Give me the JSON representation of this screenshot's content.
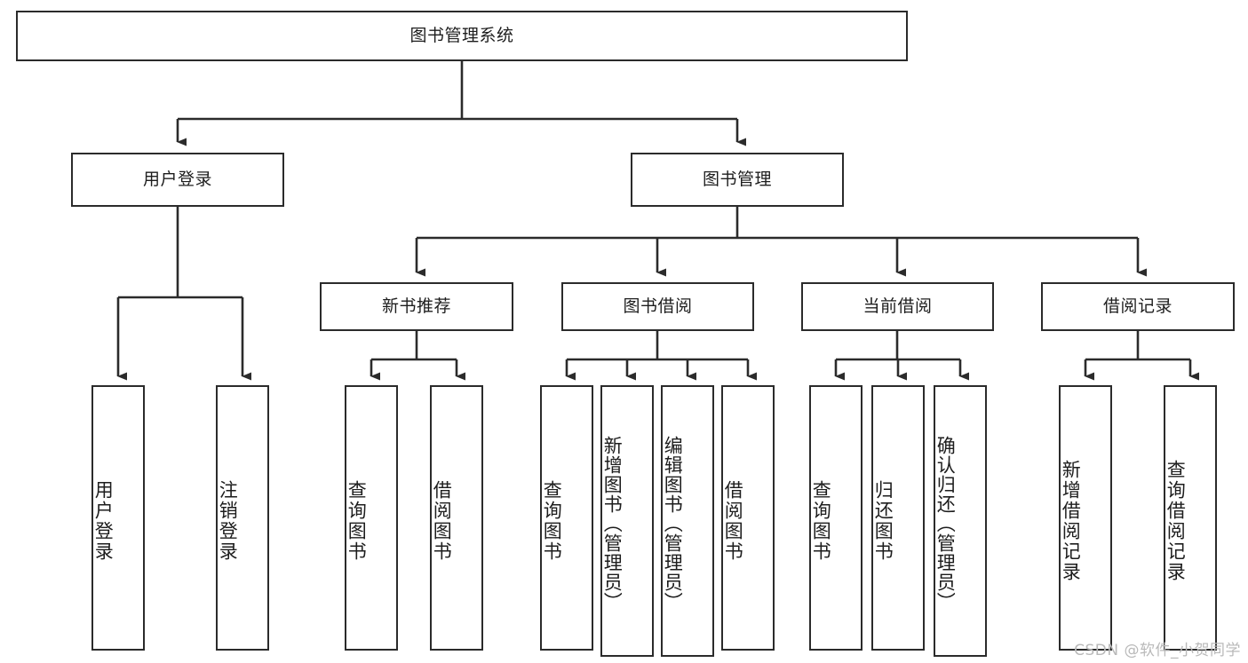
{
  "diagram": {
    "title": "图书管理系统",
    "type": "tree",
    "orientation": "top-down",
    "colors": {
      "box_border": "#2b2b2b",
      "box_fill": "#ffffff",
      "edge": "#2b2b2b",
      "text": "#1d1d1d",
      "watermark": "#b9b9b9",
      "background": "#ffffff"
    },
    "nodes": {
      "root": {
        "label": "图书管理系统"
      },
      "level2": [
        {
          "id": "user-login",
          "label": "用户登录"
        },
        {
          "id": "book-management",
          "label": "图书管理"
        }
      ],
      "level3": [
        {
          "id": "new-book-recommend",
          "label": "新书推荐"
        },
        {
          "id": "book-borrow",
          "label": "图书借阅"
        },
        {
          "id": "current-borrow",
          "label": "当前借阅"
        },
        {
          "id": "borrow-record",
          "label": "借阅记录"
        }
      ],
      "leaves": {
        "user-login": [
          {
            "id": "leaf-user-login",
            "label": "用户登录"
          },
          {
            "id": "leaf-logout-login",
            "label": "注销登录"
          }
        ],
        "new-book-recommend": [
          {
            "id": "leaf-query-book-1",
            "label": "查询图书"
          },
          {
            "id": "leaf-borrow-book-1",
            "label": "借阅图书"
          }
        ],
        "book-borrow": [
          {
            "id": "leaf-query-book-2",
            "label": "查询图书"
          },
          {
            "id": "leaf-add-book",
            "label": "新增图书（管理员）"
          },
          {
            "id": "leaf-edit-book",
            "label": "编辑图书（管理员）"
          },
          {
            "id": "leaf-borrow-book-2",
            "label": "借阅图书"
          }
        ],
        "current-borrow": [
          {
            "id": "leaf-query-book-3",
            "label": "查询图书"
          },
          {
            "id": "leaf-return-book",
            "label": "归还图书"
          },
          {
            "id": "leaf-confirm-return",
            "label": "确认归还（管理员）"
          }
        ],
        "borrow-record": [
          {
            "id": "leaf-add-record",
            "label": "新增借阅记录"
          },
          {
            "id": "leaf-query-record",
            "label": "查询借阅记录"
          }
        ]
      }
    }
  },
  "watermark": {
    "text": "CSDN @软件_小贺同学"
  }
}
